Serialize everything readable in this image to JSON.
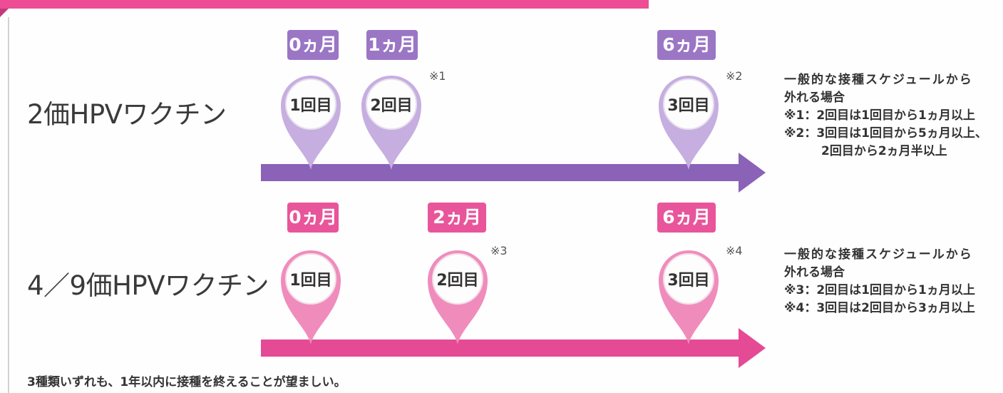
{
  "rows": [
    {
      "title": "2価HPVワクチン",
      "months": [
        "0ヵ月",
        "1ヵ月",
        "6ヵ月"
      ],
      "doses": [
        "1回目",
        "2回目",
        "3回目"
      ],
      "note_marks": [
        "※1",
        "※2"
      ],
      "notes": {
        "heading_line1": "一般的な接種スケジュールから",
        "heading_line2": "外れる場合",
        "line1": "※1：2回目は1回目から1ヵ月以上",
        "line2": "※2：3回目は1回目から5ヵ月以上、",
        "line3": "2回目から2ヵ月半以上"
      }
    },
    {
      "title": "4／9価HPVワクチン",
      "months": [
        "0ヵ月",
        "2ヵ月",
        "6ヵ月"
      ],
      "doses": [
        "1回目",
        "2回目",
        "3回目"
      ],
      "note_marks": [
        "※3",
        "※4"
      ],
      "notes": {
        "heading_line1": "一般的な接種スケジュールから",
        "heading_line2": "外れる場合",
        "line1": "※3：2回目は1回目から1ヵ月以上",
        "line2": "※4：3回目は2回目から3ヵ月以上"
      }
    }
  ],
  "footer": "3種類いずれも、1年以内に接種を終えることが望ましい。",
  "colors": {
    "purple_badge": "#9a76c5",
    "purple_arrow": "#8a62b8",
    "purple_pin": "#c6aee0",
    "pink_badge": "#e8559a",
    "pink_arrow": "#e54a94",
    "pink_pin": "#f08cbc",
    "header_bar": "#ec4d95"
  }
}
